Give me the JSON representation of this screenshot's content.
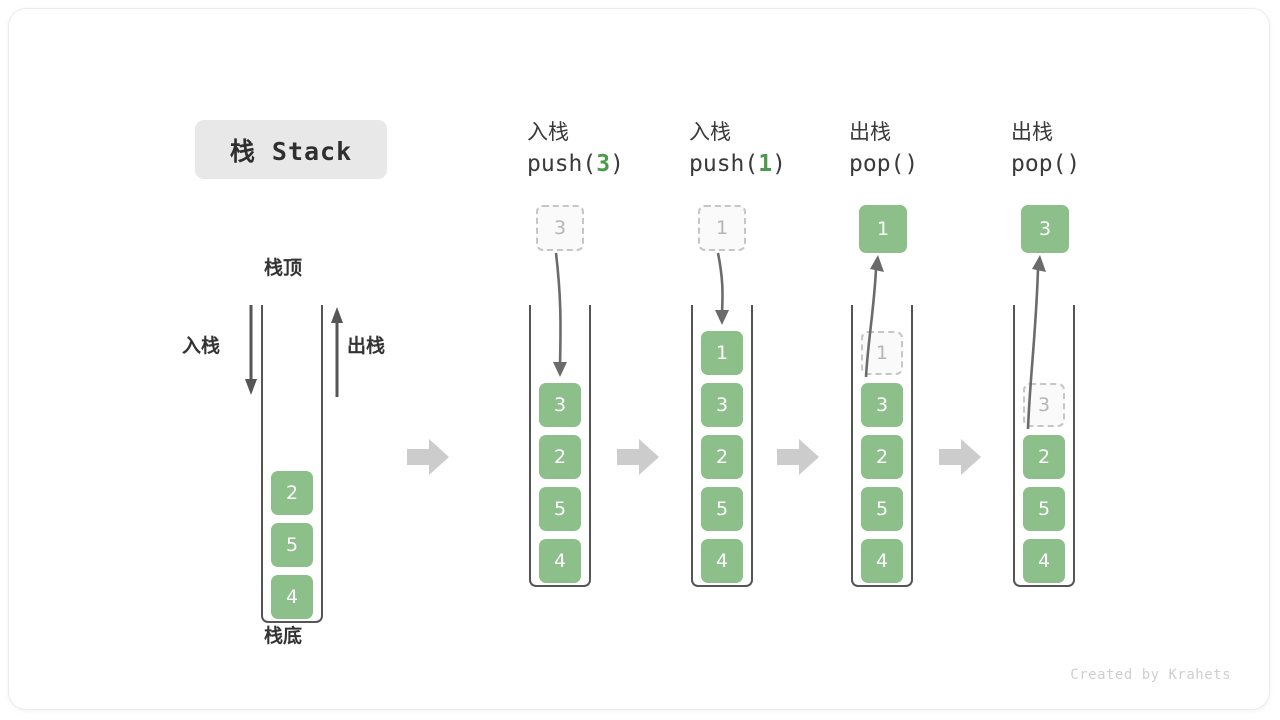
{
  "title_badge": {
    "label": "栈 Stack"
  },
  "base_stack": {
    "top_label": "栈顶",
    "bottom_label": "栈底",
    "push_label": "入栈",
    "pop_label": "出栈",
    "cells": [
      "2",
      "5",
      "4"
    ]
  },
  "transition_arrow": "right-block-arrow",
  "columns": [
    {
      "op_cn": "入栈",
      "op_code_prefix": "push(",
      "op_code_value": "3",
      "op_code_suffix": ")",
      "floating_cell": {
        "value": "3",
        "style": "ghost"
      },
      "arrow_direction": "down",
      "cells": [
        {
          "value": "3",
          "style": "solid"
        },
        {
          "value": "2",
          "style": "solid"
        },
        {
          "value": "5",
          "style": "solid"
        },
        {
          "value": "4",
          "style": "solid"
        }
      ]
    },
    {
      "op_cn": "入栈",
      "op_code_prefix": "push(",
      "op_code_value": "1",
      "op_code_suffix": ")",
      "floating_cell": {
        "value": "1",
        "style": "ghost"
      },
      "arrow_direction": "down",
      "cells": [
        {
          "value": "1",
          "style": "solid"
        },
        {
          "value": "3",
          "style": "solid"
        },
        {
          "value": "2",
          "style": "solid"
        },
        {
          "value": "5",
          "style": "solid"
        },
        {
          "value": "4",
          "style": "solid"
        }
      ]
    },
    {
      "op_cn": "出栈",
      "op_code_prefix": "pop(",
      "op_code_value": "",
      "op_code_suffix": ")",
      "floating_cell": {
        "value": "1",
        "style": "solid"
      },
      "arrow_direction": "up",
      "cells": [
        {
          "value": "1",
          "style": "ghost"
        },
        {
          "value": "3",
          "style": "solid"
        },
        {
          "value": "2",
          "style": "solid"
        },
        {
          "value": "5",
          "style": "solid"
        },
        {
          "value": "4",
          "style": "solid"
        }
      ]
    },
    {
      "op_cn": "出栈",
      "op_code_prefix": "pop(",
      "op_code_value": "",
      "op_code_suffix": ")",
      "floating_cell": {
        "value": "3",
        "style": "solid"
      },
      "arrow_direction": "up",
      "cells": [
        {
          "value": "3",
          "style": "ghost"
        },
        {
          "value": "2",
          "style": "solid"
        },
        {
          "value": "5",
          "style": "solid"
        },
        {
          "value": "4",
          "style": "solid"
        }
      ]
    }
  ],
  "watermark": "Created by Krahets",
  "colors": {
    "cell_green": "#8cbf8a",
    "ghost_border": "#c6c6c6",
    "arrow_gray": "#6b6b6b",
    "block_arrow_gray": "#cccccc",
    "badge_bg": "#e8e8e8",
    "code_number_green": "#4c9a4c"
  }
}
